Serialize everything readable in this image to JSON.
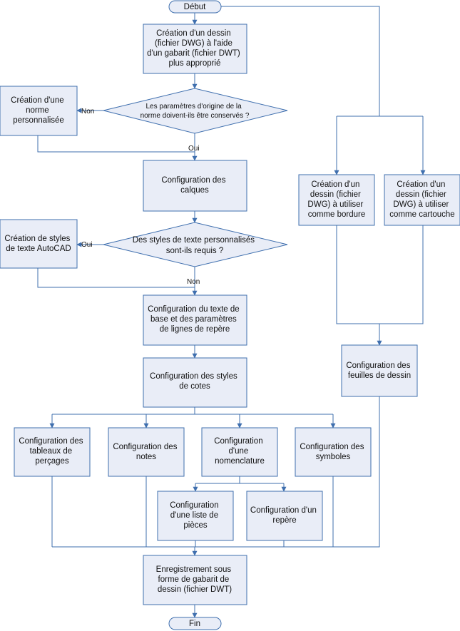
{
  "diagram": {
    "start": "Début",
    "end": "Fin",
    "boxes": {
      "create_dwg_from_template": [
        "Création d'un dessin",
        "(fichier DWG) à l'aide",
        "d'un gabarit (fichier DWT)",
        "plus approprié"
      ],
      "custom_standard": [
        "Création d'une",
        "norme",
        "personnalisée"
      ],
      "layers": [
        "Configuration des",
        "calques"
      ],
      "text_styles": [
        "Création de styles",
        "de texte AutoCAD"
      ],
      "base_text": [
        "Configuration du texte de",
        "base et des paramètres",
        "de lignes de repère"
      ],
      "dim_styles": [
        "Configuration des styles",
        "de cotes"
      ],
      "hole_tables": [
        "Configuration des",
        "tableaux de",
        "perçages"
      ],
      "notes": [
        "Configuration des",
        "notes"
      ],
      "bom": [
        "Configuration",
        "d'une",
        "nomenclature"
      ],
      "symbols": [
        "Configuration des",
        "symboles"
      ],
      "parts_list": [
        "Configuration",
        "d'une liste de",
        "pièces"
      ],
      "balloon": [
        "Configuration d'un",
        "repère"
      ],
      "border_dwg": [
        "Création d'un",
        "dessin (fichier",
        "DWG) à utiliser",
        "comme bordure"
      ],
      "title_block_dwg": [
        "Création d'un",
        "dessin (fichier",
        "DWG) à utiliser",
        "comme cartouche"
      ],
      "sheets": [
        "Configuration des",
        "feuilles de dessin"
      ],
      "save_template": [
        "Enregistrement sous",
        "forme de gabarit de",
        "dessin (fichier DWT)"
      ]
    },
    "decisions": {
      "keep_origin_params": [
        "Les paramètres d'origine de la",
        "norme doivent-ils être conservés ?"
      ],
      "custom_text_styles": [
        "Des styles de texte personnalisés",
        "sont-ils requis ?"
      ]
    },
    "edge_labels": {
      "keep_no": "Non",
      "keep_yes": "Oui",
      "text_yes": "Oui",
      "text_no": "Non"
    }
  }
}
